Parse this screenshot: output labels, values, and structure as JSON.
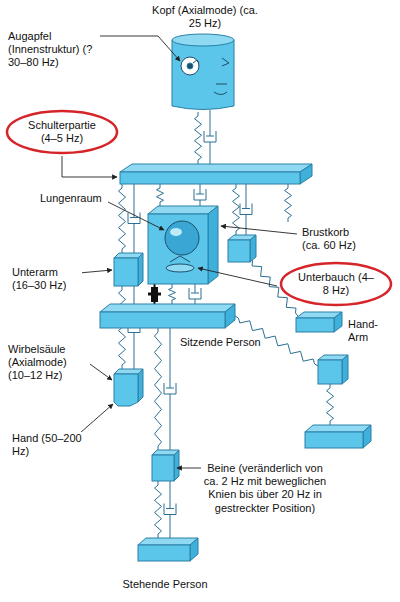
{
  "diagram": {
    "nodes": [
      {
        "text": [
          "Schulterpartie (4–5 Hz)"
        ]
      },
      {
        "text": [
          "Unterbauch (4–8 Hz)"
        ]
      }
    ],
    "labels": [
      "Kopf (Axialmode) (ca. 25 Hz)",
      "Augapfel (Innenstruktur) (? 30–80 Hz)",
      "Lungenraum",
      "Brustkorb (ca. 60 Hz)",
      "Unterarm (16–30 Hz)",
      "Hand-Arm",
      "Wirbelsäule (Axialmode) (10–12 Hz)",
      "Sitzende Person",
      "Hand (50–200 Hz)",
      "Beine (veränderlich von ca. 2 Hz mit beweglichen Knien bis über 20 Hz in gestreckter Position)",
      "Stehende Person"
    ]
  }
}
